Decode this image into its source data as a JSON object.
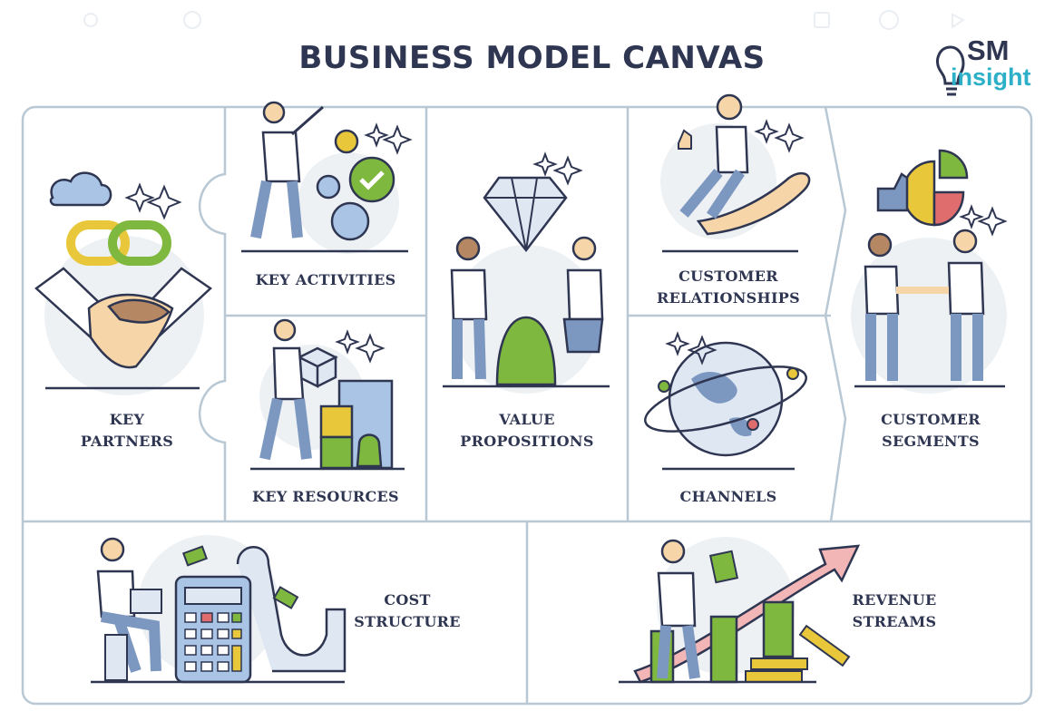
{
  "title": "BUSINESS MODEL CANVAS",
  "logo": {
    "line1": "SM",
    "line2": "insight"
  },
  "blocks": {
    "key_partners": {
      "line1": "KEY",
      "line2": "PARTNERS"
    },
    "key_activities": {
      "label": "KEY ACTIVITIES"
    },
    "key_resources": {
      "label": "KEY RESOURCES"
    },
    "value_propositions": {
      "line1": "VALUE",
      "line2": "PROPOSITIONS"
    },
    "customer_relationships": {
      "line1": "CUSTOMER",
      "line2": "RELATIONSHIPS"
    },
    "channels": {
      "label": "CHANNELS"
    },
    "customer_segments": {
      "line1": "CUSTOMER",
      "line2": "SEGMENTS"
    },
    "cost_structure": {
      "line1": "COST",
      "line2": "STRUCTURE"
    },
    "revenue_streams": {
      "line1": "REVENUE",
      "line2": "STREAMS"
    }
  },
  "colors": {
    "ink": "#2f3652",
    "border": "#b8c8d4",
    "green": "#7fb83e",
    "yellow": "#e8c83a",
    "blue": "#7d98c0",
    "teal": "#2bb0c8",
    "red": "#e06d6d"
  }
}
